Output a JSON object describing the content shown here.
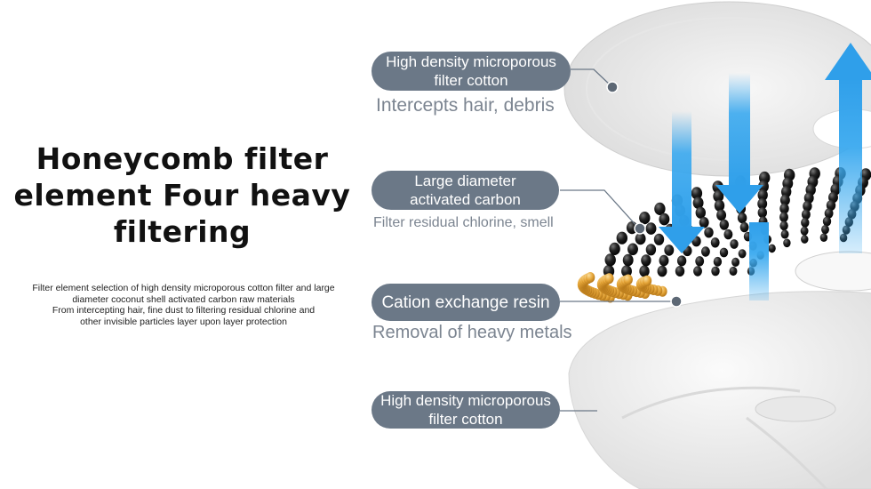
{
  "headline": {
    "line1": "Honeycomb filter",
    "line2": "element Four heavy",
    "line3": "filtering"
  },
  "description": {
    "line1": "Filter element selection of high density microporous cotton filter and large",
    "line2": "diameter coconut shell activated carbon raw materials",
    "line3": "From intercepting hair, fine dust to filtering residual chlorine and",
    "line4": "other invisible particles layer upon layer protection"
  },
  "layers": [
    {
      "title_line1": "High density microporous",
      "title_line2": "filter cotton",
      "subtitle": "Intercepts hair, debris"
    },
    {
      "title_line1": "Large diameter",
      "title_line2": "activated carbon",
      "subtitle": "Filter residual chlorine, smell"
    },
    {
      "title_line1": "Cation exchange resin",
      "title_line2": "",
      "subtitle": "Removal of heavy metals"
    },
    {
      "title_line1": "High density microporous",
      "title_line2": "filter cotton",
      "subtitle": ""
    }
  ],
  "colors": {
    "pill": "#6b7887",
    "subtitle": "#7c8591",
    "arrow": "#3aa9ef",
    "carbon": "#1a1a1a",
    "resin": "#e6a93a",
    "cotton": "#efefef"
  }
}
